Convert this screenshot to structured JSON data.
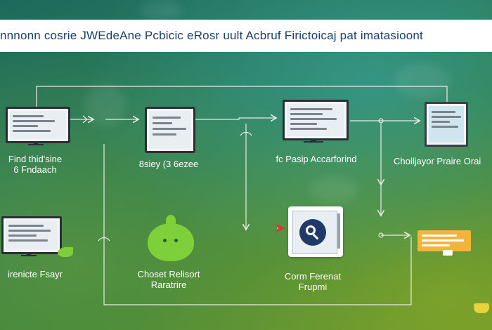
{
  "header": {
    "title": "nnnonn cosrie JWEdeAne Pcbicic eRosr uult Acbruf Firictoicaj pat imatasioont"
  },
  "nodes": {
    "n1": {
      "line1": "Find thid'sine",
      "line2": "6 Fndaach"
    },
    "n2": {
      "line1": "8siey (3 6ezee"
    },
    "n3": {
      "line1": "fc Pasip Accarforind"
    },
    "n4": {
      "line1": "Choiljayor Praire Orai"
    },
    "n5": {
      "line1": "irenicte Fsayr"
    },
    "n6": {
      "line1": "Choset Relisort",
      "line2": "Raratrire"
    },
    "n7": {
      "line1": "Corm Ferenat",
      "line2": "Frupmi"
    }
  },
  "colors": {
    "header_bg": "#ffffff",
    "header_text": "#1c3f6a",
    "connector": "#e8ece6",
    "accent_green": "#7fcf3a",
    "accent_orange": "#f2b43a",
    "icon_bg": "#1f3a66"
  }
}
